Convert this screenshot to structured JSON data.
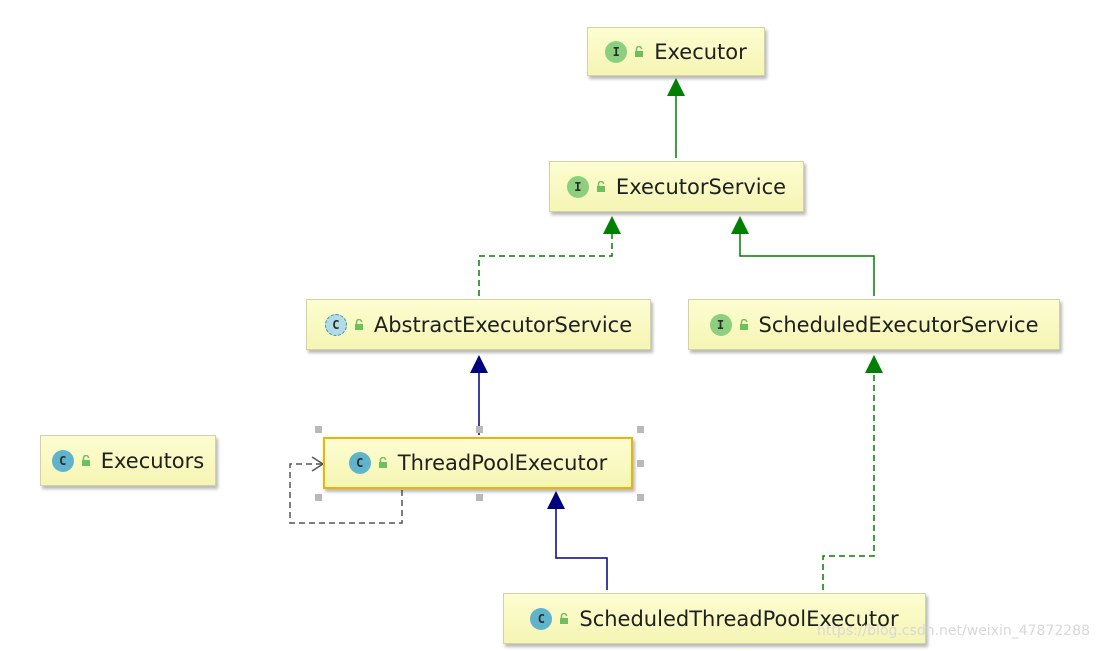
{
  "nodes": {
    "executor": {
      "label": "Executor",
      "kind": "interface",
      "kind_letter": "I"
    },
    "executor_service": {
      "label": "ExecutorService",
      "kind": "interface",
      "kind_letter": "I"
    },
    "abstract_executor_service": {
      "label": "AbstractExecutorService",
      "kind": "abstract-class",
      "kind_letter": "C"
    },
    "scheduled_executor_service": {
      "label": "ScheduledExecutorService",
      "kind": "interface",
      "kind_letter": "I"
    },
    "executors": {
      "label": "Executors",
      "kind": "class",
      "kind_letter": "C"
    },
    "thread_pool_executor": {
      "label": "ThreadPoolExecutor",
      "kind": "class",
      "kind_letter": "C",
      "selected": true
    },
    "scheduled_thread_pool_executor": {
      "label": "ScheduledThreadPoolExecutor",
      "kind": "class",
      "kind_letter": "C"
    }
  },
  "edges": [
    {
      "from": "executor_service",
      "to": "executor",
      "type": "extends-interface"
    },
    {
      "from": "abstract_executor_service",
      "to": "executor_service",
      "type": "implements"
    },
    {
      "from": "scheduled_executor_service",
      "to": "executor_service",
      "type": "extends-interface"
    },
    {
      "from": "thread_pool_executor",
      "to": "abstract_executor_service",
      "type": "extends-class"
    },
    {
      "from": "scheduled_thread_pool_executor",
      "to": "thread_pool_executor",
      "type": "extends-class"
    },
    {
      "from": "scheduled_thread_pool_executor",
      "to": "scheduled_executor_service",
      "type": "implements"
    },
    {
      "from": "thread_pool_executor",
      "to": "thread_pool_executor",
      "type": "dependency-self"
    }
  ],
  "colors": {
    "interface_edge": "#008000",
    "class_edge": "#000080",
    "dependency_edge": "#555555",
    "node_fill": "#fbfbc4",
    "selected_border": "#f0b400"
  },
  "watermark": "https://blog.csdn.net/weixin_47872288"
}
